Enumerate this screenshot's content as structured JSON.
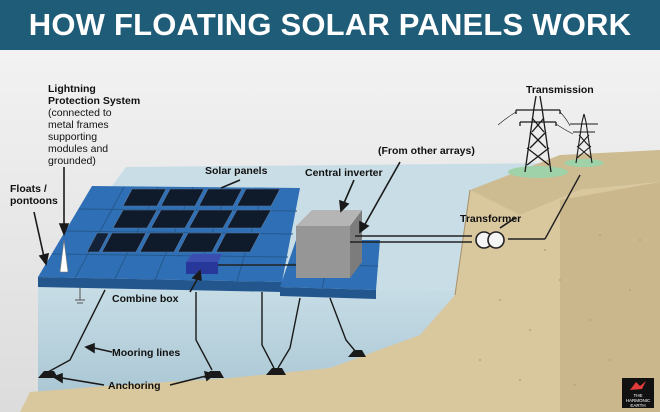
{
  "title": "HOW FLOATING SOLAR PANELS WORK",
  "labels": {
    "lightning_title_1": "Lightning",
    "lightning_title_2": "Protection System",
    "lightning_note_1": "(connected to",
    "lightning_note_2": "metal frames",
    "lightning_note_3": "supporting",
    "lightning_note_4": "modules and",
    "lightning_note_5": "grounded)",
    "floats_1": "Floats /",
    "floats_2": "pontoons",
    "solar_panels": "Solar panels",
    "central_inverter": "Central inverter",
    "other_arrays": "(From other arrays)",
    "transmission": "Transmission",
    "transformer": "Transformer",
    "combine_box": "Combine box",
    "mooring_lines": "Mooring lines",
    "anchoring": "Anchoring"
  },
  "logo": {
    "line1": "THE",
    "line2": "HARMONIC",
    "line3": "EARTH"
  },
  "colors": {
    "banner": "#1f5c78",
    "water": "#bcd4df",
    "float": "#2f6fb5",
    "panel": "#0f1a2b",
    "ground": "#d6c49b",
    "inverter": "#8f8f8f"
  }
}
